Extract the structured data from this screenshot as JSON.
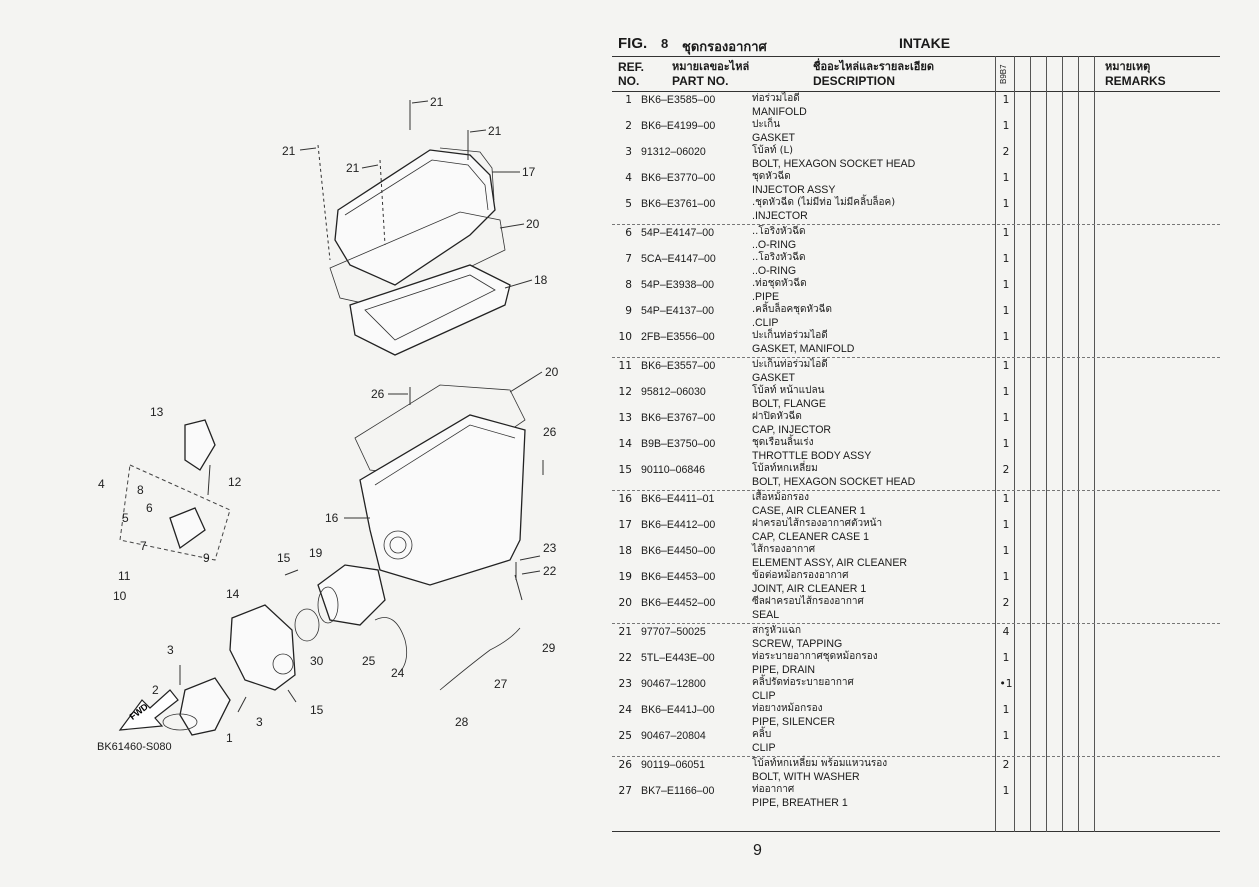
{
  "figure": {
    "label": "FIG.",
    "number": "8",
    "title_th": "ชุดกรองอากาศ",
    "title_en": "INTAKE"
  },
  "table_headers": {
    "ref_line1": "REF.",
    "ref_line2": "NO.",
    "part_line1": "หมายเลขอะไหล่",
    "part_line2": "PART NO.",
    "desc_line1": "ชื่ออะไหล่และรายละเอียด",
    "desc_line2": "DESCRIPTION",
    "model_code": "B9B7",
    "remarks_line1": "หมายเหตุ",
    "remarks_line2": "REMARKS"
  },
  "parts": [
    {
      "ref": "1",
      "part_no": "BK6–E3585–00",
      "desc_th": "ท่อร่วมไอดี",
      "desc_en": "MANIFOLD",
      "qty": "1"
    },
    {
      "ref": "2",
      "part_no": "BK6–E4199–00",
      "desc_th": "ปะเก็น",
      "desc_en": "GASKET",
      "qty": "1"
    },
    {
      "ref": "3",
      "part_no": "91312–06020",
      "desc_th": "โบ้ลท์ (L)",
      "desc_en": "BOLT, HEXAGON SOCKET HEAD",
      "qty": "2"
    },
    {
      "ref": "4",
      "part_no": "BK6–E3770–00",
      "desc_th": "ชุดหัวฉีด",
      "desc_en": "INJECTOR ASSY",
      "qty": "1"
    },
    {
      "ref": "5",
      "part_no": "BK6–E3761–00",
      "desc_th": ".ชุดหัวฉีด (ไม่มีท่อ ไม่มีคลิ้บล็อค)",
      "desc_en": ".INJECTOR",
      "qty": "1"
    },
    {
      "ref": "6",
      "part_no": "54P–E4147–00",
      "desc_th": "..โอริงหัวฉีด",
      "desc_en": "..O-RING",
      "qty": "1"
    },
    {
      "ref": "7",
      "part_no": "5CA–E4147–00",
      "desc_th": "..โอริงหัวฉีด",
      "desc_en": "..O-RING",
      "qty": "1"
    },
    {
      "ref": "8",
      "part_no": "54P–E3938–00",
      "desc_th": ".ท่อชุดหัวฉีด",
      "desc_en": ".PIPE",
      "qty": "1"
    },
    {
      "ref": "9",
      "part_no": "54P–E4137–00",
      "desc_th": ".คลิ้บล็อคชุดหัวฉีด",
      "desc_en": ".CLIP",
      "qty": "1"
    },
    {
      "ref": "10",
      "part_no": "2FB–E3556–00",
      "desc_th": "ปะเก็นท่อร่วมไอดี",
      "desc_en": "GASKET, MANIFOLD",
      "qty": "1"
    },
    {
      "ref": "11",
      "part_no": "BK6–E3557–00",
      "desc_th": "ปะเก็นท่อร่วมไอดี",
      "desc_en": "GASKET",
      "qty": "1"
    },
    {
      "ref": "12",
      "part_no": "95812–06030",
      "desc_th": "โบ้ลท์ หน้าแปลน",
      "desc_en": "BOLT, FLANGE",
      "qty": "1"
    },
    {
      "ref": "13",
      "part_no": "BK6–E3767–00",
      "desc_th": "ฝาปิดหัวฉีด",
      "desc_en": "CAP, INJECTOR",
      "qty": "1"
    },
    {
      "ref": "14",
      "part_no": "B9B–E3750–00",
      "desc_th": "ชุดเรือนลิ้นเร่ง",
      "desc_en": "THROTTLE BODY ASSY",
      "qty": "1"
    },
    {
      "ref": "15",
      "part_no": "90110–06846",
      "desc_th": "โบ้ลท์หกเหลี่ยม",
      "desc_en": "BOLT, HEXAGON SOCKET HEAD",
      "qty": "2"
    },
    {
      "ref": "16",
      "part_no": "BK6–E4411–01",
      "desc_th": "เสื้อหม้อกรอง",
      "desc_en": "CASE, AIR CLEANER 1",
      "qty": "1"
    },
    {
      "ref": "17",
      "part_no": "BK6–E4412–00",
      "desc_th": "ฝาครอบไส้กรองอากาศตัวหน้า",
      "desc_en": "CAP, CLEANER CASE 1",
      "qty": "1"
    },
    {
      "ref": "18",
      "part_no": "BK6–E4450–00",
      "desc_th": "ไส้กรองอากาศ",
      "desc_en": "ELEMENT ASSY, AIR CLEANER",
      "qty": "1"
    },
    {
      "ref": "19",
      "part_no": "BK6–E4453–00",
      "desc_th": "ข้อต่อหม้อกรองอากาศ",
      "desc_en": "JOINT, AIR CLEANER 1",
      "qty": "1"
    },
    {
      "ref": "20",
      "part_no": "BK6–E4452–00",
      "desc_th": "ซีลฝาครอบไส้กรองอากาศ",
      "desc_en": "SEAL",
      "qty": "2"
    },
    {
      "ref": "21",
      "part_no": "97707–50025",
      "desc_th": "สกรูหัวแฉก",
      "desc_en": "SCREW, TAPPING",
      "qty": "4"
    },
    {
      "ref": "22",
      "part_no": "5TL–E443E–00",
      "desc_th": "ท่อระบายอากาศชุดหม้อกรอง",
      "desc_en": "PIPE, DRAIN",
      "qty": "1"
    },
    {
      "ref": "23",
      "part_no": "90467–12800",
      "desc_th": "คลิ้ปรัดท่อระบายอากาศ",
      "desc_en": "CLIP",
      "qty": "•1"
    },
    {
      "ref": "24",
      "part_no": "BK6–E441J–00",
      "desc_th": "ท่อยางหม้อกรอง",
      "desc_en": "PIPE, SILENCER",
      "qty": "1"
    },
    {
      "ref": "25",
      "part_no": "90467–20804",
      "desc_th": "คลิ้บ",
      "desc_en": "CLIP",
      "qty": "1"
    },
    {
      "ref": "26",
      "part_no": "90119–06051",
      "desc_th": "โบ้ลท์หกเหลี่ยม พร้อมแหวนรอง",
      "desc_en": "BOLT, WITH WASHER",
      "qty": "2"
    },
    {
      "ref": "27",
      "part_no": "BK7–E1166–00",
      "desc_th": "ท่ออากาศ",
      "desc_en": "PIPE, BREATHER 1",
      "qty": "1"
    }
  ],
  "diagram": {
    "figure_code": "BK61460-S080",
    "fwd_label": "FWD",
    "callouts": [
      "21",
      "21",
      "21",
      "21",
      "17",
      "20",
      "18",
      "20",
      "26",
      "26",
      "16",
      "13",
      "12",
      "4",
      "8",
      "6",
      "5",
      "9",
      "7",
      "11",
      "10",
      "14",
      "15",
      "19",
      "23",
      "22",
      "30",
      "25",
      "24",
      "29",
      "27",
      "28",
      "15",
      "3",
      "3",
      "2",
      "1"
    ]
  },
  "page_number": "9"
}
